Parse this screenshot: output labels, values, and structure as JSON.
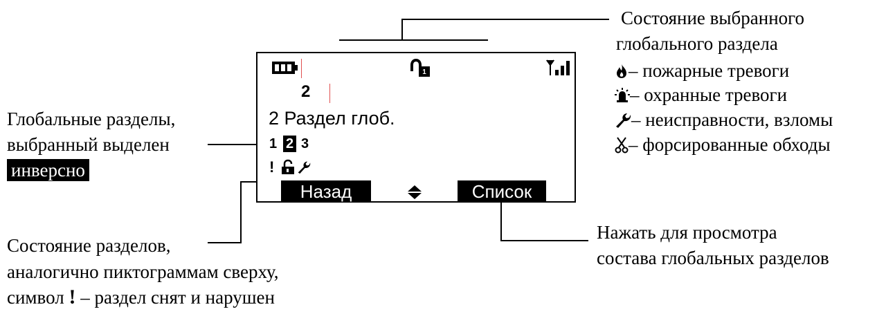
{
  "top_right": {
    "line1": "Состояние выбранного",
    "line2": "глобального раздела",
    "legend": [
      {
        "icon": "fire-icon",
        "text": "– пожарные тревоги"
      },
      {
        "icon": "siren-icon",
        "text": "– охранные тревоги"
      },
      {
        "icon": "wrench-icon",
        "text": "– неисправности, взломы"
      },
      {
        "icon": "scissors-icon",
        "text": "– форсированные обходы"
      }
    ]
  },
  "left": {
    "line1": "Глобальные разделы,",
    "line2": "выбранный выделен",
    "line3": "инверсно"
  },
  "bottom_left": {
    "line1": "Состояние разделов,",
    "line2": "аналогично пиктограммам сверху,",
    "line3_prefix": "символ ",
    "line3_symbol": "!",
    "line3_suffix": " – раздел снят и нарушен"
  },
  "bottom_right": {
    "line1": "Нажать для просмотра",
    "line2": "состава глобальных разделов"
  },
  "screen": {
    "number": "2",
    "title": "2 Раздел глоб.",
    "partitions": [
      "1",
      "2",
      "3"
    ],
    "selected_partition": "2",
    "exclamation": "!",
    "back_button": "Назад",
    "list_button": "Список",
    "lock_badge": "1"
  }
}
